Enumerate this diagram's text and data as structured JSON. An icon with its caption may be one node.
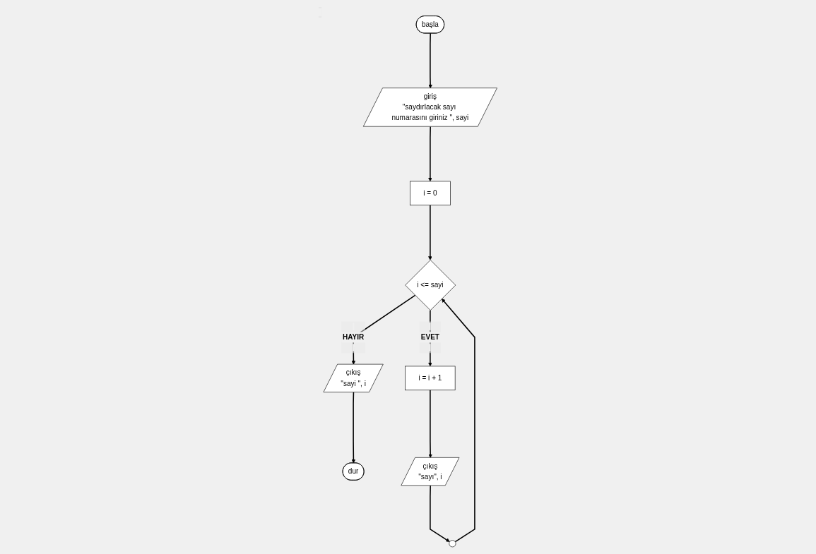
{
  "diagram": {
    "nodes": [
      {
        "text": [
          "başla"
        ]
      },
      {
        "text": [
          "giriş",
          "\"saydırlacak sayı numarasını giriniz \", sayi"
        ]
      },
      {
        "text": [
          "i = 0"
        ]
      },
      {
        "text": [
          "i <= sayi"
        ]
      },
      {
        "text": [
          "çıkış",
          "\"sayi \", i"
        ]
      },
      {
        "text": [
          "dur"
        ]
      },
      {
        "text": [
          "i = i + 1"
        ]
      },
      {
        "text": [
          "çıkış",
          "\"sayı\", i"
        ]
      },
      {
        "text": [],
        "shape": "circle"
      }
    ],
    "edges": [
      {
        "from": 0,
        "to": 1,
        "arrow": "to"
      },
      {
        "from": 1,
        "to": 2,
        "arrow": "to"
      },
      {
        "from": 2,
        "to": 3,
        "arrow": "to"
      },
      {
        "from": 3,
        "to": 4,
        "arrow": "to",
        "label": "HAYIR"
      },
      {
        "from": 4,
        "to": 5,
        "arrow": "to"
      },
      {
        "from": 3,
        "to": 6,
        "arrow": "to",
        "label": "EVET"
      },
      {
        "from": 6,
        "to": 7,
        "arrow": "to"
      },
      {
        "from": 7,
        "to": 8,
        "arrow": "to"
      },
      {
        "from": 8,
        "to": 3,
        "arrow": "to"
      }
    ]
  }
}
